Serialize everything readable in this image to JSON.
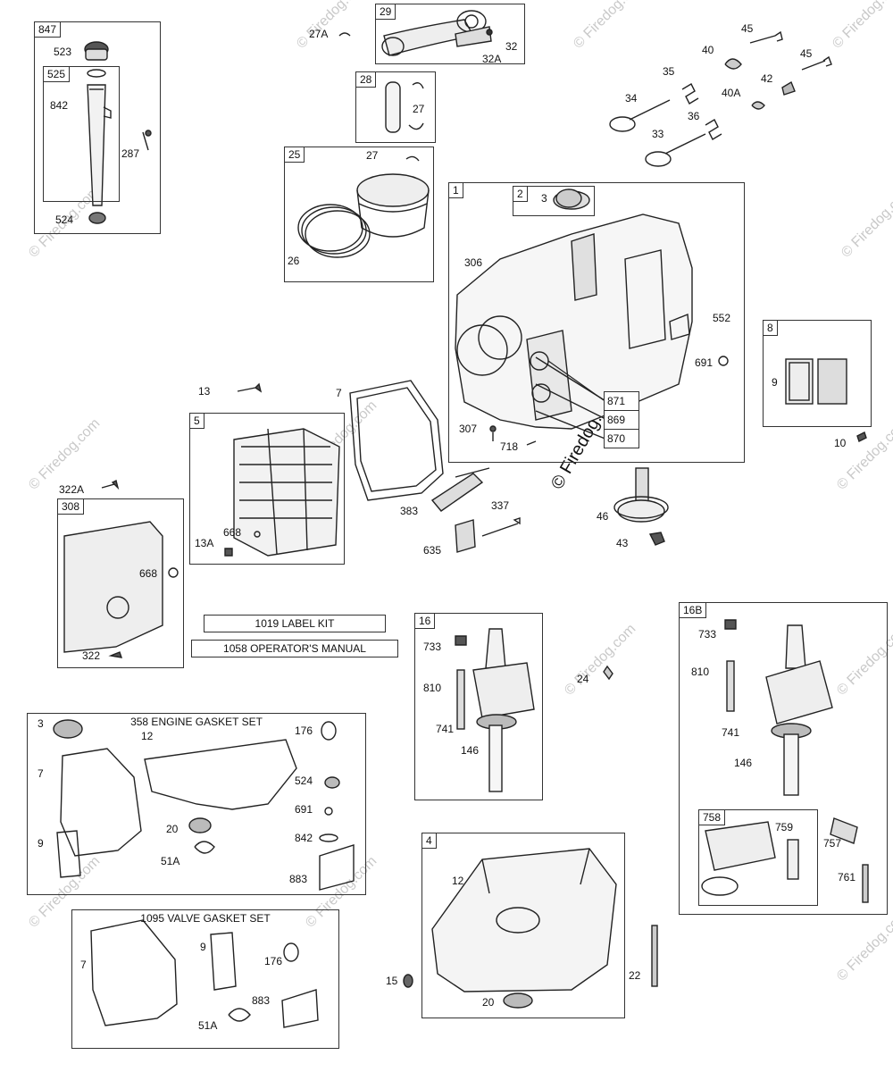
{
  "watermark": "© Firedog.com",
  "boxes": {
    "b847": "847",
    "b525": "525",
    "b29": "29",
    "b28": "28",
    "b25": "25",
    "b1": "1",
    "b2": "2",
    "b8": "8",
    "b5": "5",
    "b308": "308",
    "b16": "16",
    "b16b": "16B",
    "b758": "758",
    "b4": "4"
  },
  "kits": {
    "label_kit": "1019 LABEL KIT",
    "operators_manual": "1058 OPERATOR'S MANUAL",
    "engine_gasket_set": "358 ENGINE GASKET SET",
    "valve_gasket_set": "1095 VALVE GASKET SET"
  },
  "labels": {
    "p523": "523",
    "p842": "842",
    "p287": "287",
    "p524": "524",
    "p27a": "27A",
    "p32": "32",
    "p32a": "32A",
    "p27": "27",
    "p27b": "27",
    "p26": "26",
    "p45a": "45",
    "p45b": "45",
    "p40": "40",
    "p35": "35",
    "p42": "42",
    "p40a": "40A",
    "p34": "34",
    "p36": "36",
    "p33": "33",
    "p3": "3",
    "p306": "306",
    "p552": "552",
    "p691": "691",
    "p871": "871",
    "p869": "869",
    "p870": "870",
    "p307": "307",
    "p718": "718",
    "p9": "9",
    "p10": "10",
    "p13": "13",
    "p7": "7",
    "p668": "668",
    "p13a": "13A",
    "p322a": "322A",
    "p668b": "668",
    "p322": "322",
    "p383": "383",
    "p337": "337",
    "p635": "635",
    "p46": "46",
    "p43": "43",
    "p733": "733",
    "p810": "810",
    "p741": "741",
    "p146": "146",
    "p24": "24",
    "p733b": "733",
    "p810b": "810",
    "p741b": "741",
    "p146b": "146",
    "p759": "759",
    "p757": "757",
    "p761": "761",
    "g3": "3",
    "g12": "12",
    "g176": "176",
    "g7": "7",
    "g524": "524",
    "g691": "691",
    "g20": "20",
    "g842": "842",
    "g9": "9",
    "g51a": "51A",
    "g883": "883",
    "v7": "7",
    "v9": "9",
    "v176": "176",
    "v51a": "51A",
    "v883": "883",
    "s12": "12",
    "s15": "15",
    "s22": "22",
    "s20": "20"
  }
}
